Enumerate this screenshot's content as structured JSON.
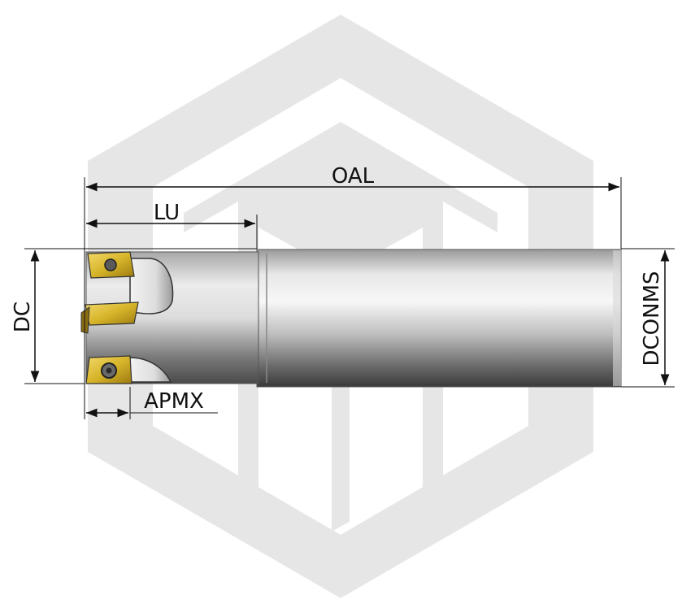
{
  "labels": {
    "oal": "OAL",
    "lu": "LU",
    "dc": "DC",
    "apmx": "APMX",
    "dconms": "DCONMS"
  },
  "colors": {
    "watermark": "#e6e6e6",
    "shank_dark": "#3c3c3c",
    "shank_light": "#f5f5f5",
    "insert_gold": "#c9a21a",
    "insert_gold_light": "#f0d257",
    "dimension_line": "#111111"
  },
  "icons": {
    "watermark": "hexagon-logo-watermark",
    "arrow": "arrowhead-icon"
  }
}
